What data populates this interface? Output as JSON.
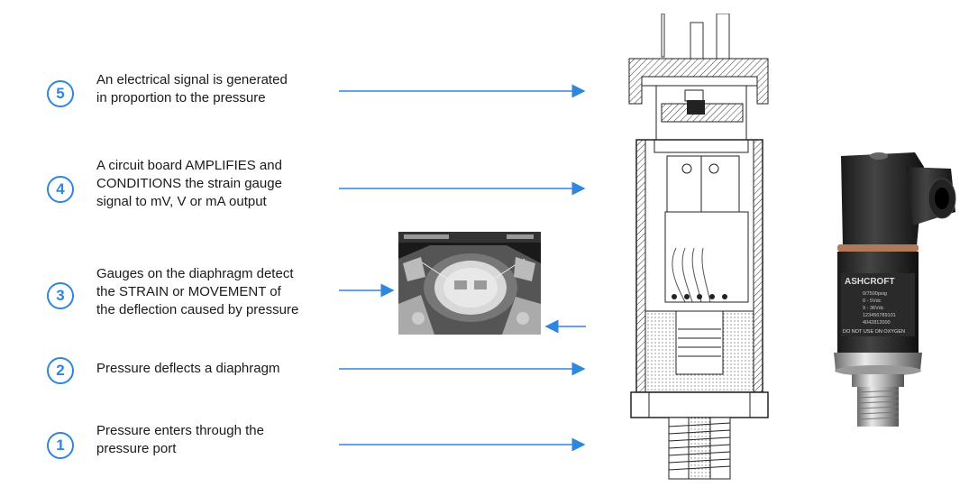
{
  "steps": [
    {
      "num": "5",
      "lines": [
        "An electrical signal is generated",
        "in proportion to the pressure"
      ]
    },
    {
      "num": "4",
      "lines": [
        "A circuit board AMPLIFIES and",
        "CONDITIONS the strain gauge",
        "signal to mV, V or mA output"
      ]
    },
    {
      "num": "3",
      "lines": [
        "Gauges on the diaphragm detect",
        "the STRAIN or MOVEMENT of",
        "the deflection caused by pressure"
      ]
    },
    {
      "num": "2",
      "lines": [
        "Pressure deflects a diaphragm"
      ]
    },
    {
      "num": "1",
      "lines": [
        "Pressure enters through the",
        "pressure port"
      ]
    }
  ],
  "product_label": {
    "brand": "ASHCROFT",
    "line1": "0/7500psig",
    "line2": "0 - 5Vdc",
    "line3": "9 - 36Vdc",
    "line4": "123456789101",
    "line5": "4042812000",
    "warning": "DO NOT USE ON OXYGEN"
  },
  "colors": {
    "accent": "#2e86de"
  }
}
